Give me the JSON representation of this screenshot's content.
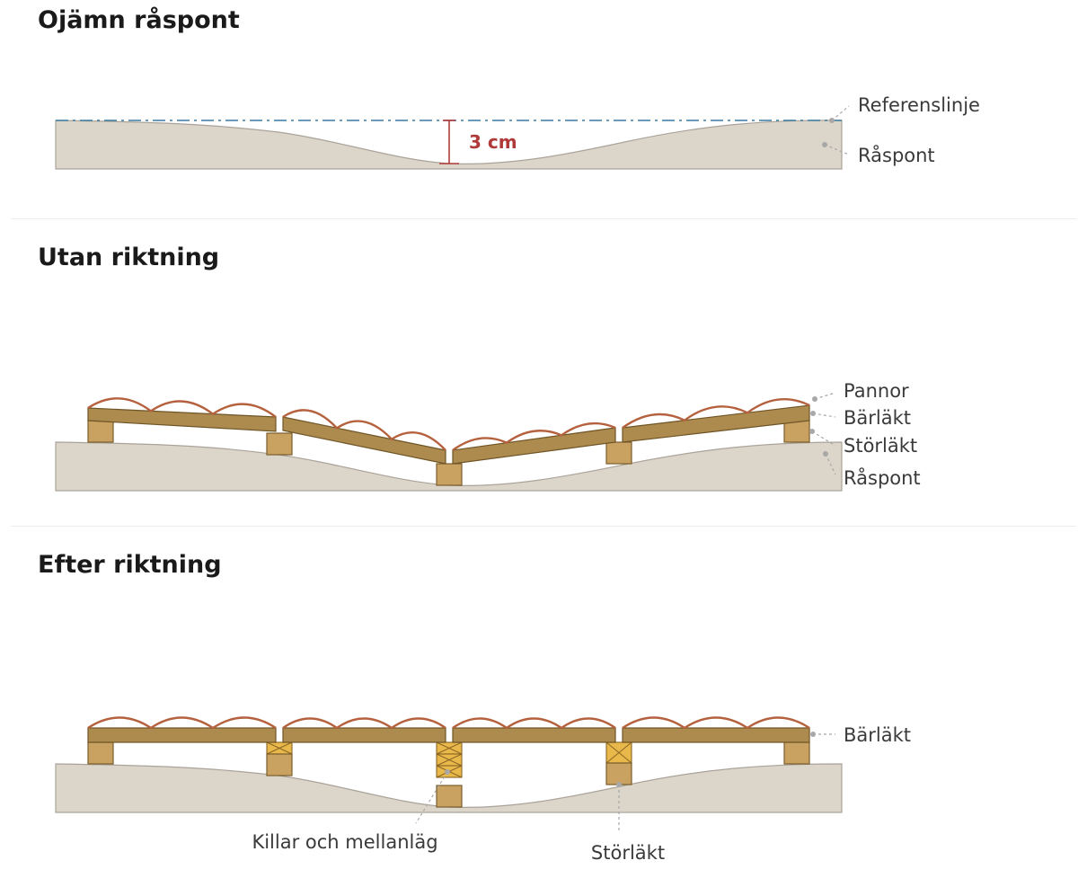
{
  "sections": [
    {
      "title": "Ojämn råspont",
      "labels": {
        "reference": "Referenslinje",
        "base": "Råspont"
      },
      "dimension": "3 cm"
    },
    {
      "title": "Utan riktning",
      "labels": {
        "tiles": "Pannor",
        "battens": "Bärläkt",
        "counter": "Störläkt",
        "base": "Råspont"
      }
    },
    {
      "title": "Efter riktning",
      "labels": {
        "battens": "Bärläkt",
        "wedges": "Killar och mellanläg",
        "counter": "Störläkt"
      }
    }
  ],
  "colors": {
    "reference_line": "#3a7aa0",
    "dimension": "#b03a3a",
    "tiles": "#b5613e",
    "battens": "#ad8a4e",
    "counter_battens": "#c9a262",
    "wedges": "#e8b84a",
    "base": "#dcd6ca"
  }
}
